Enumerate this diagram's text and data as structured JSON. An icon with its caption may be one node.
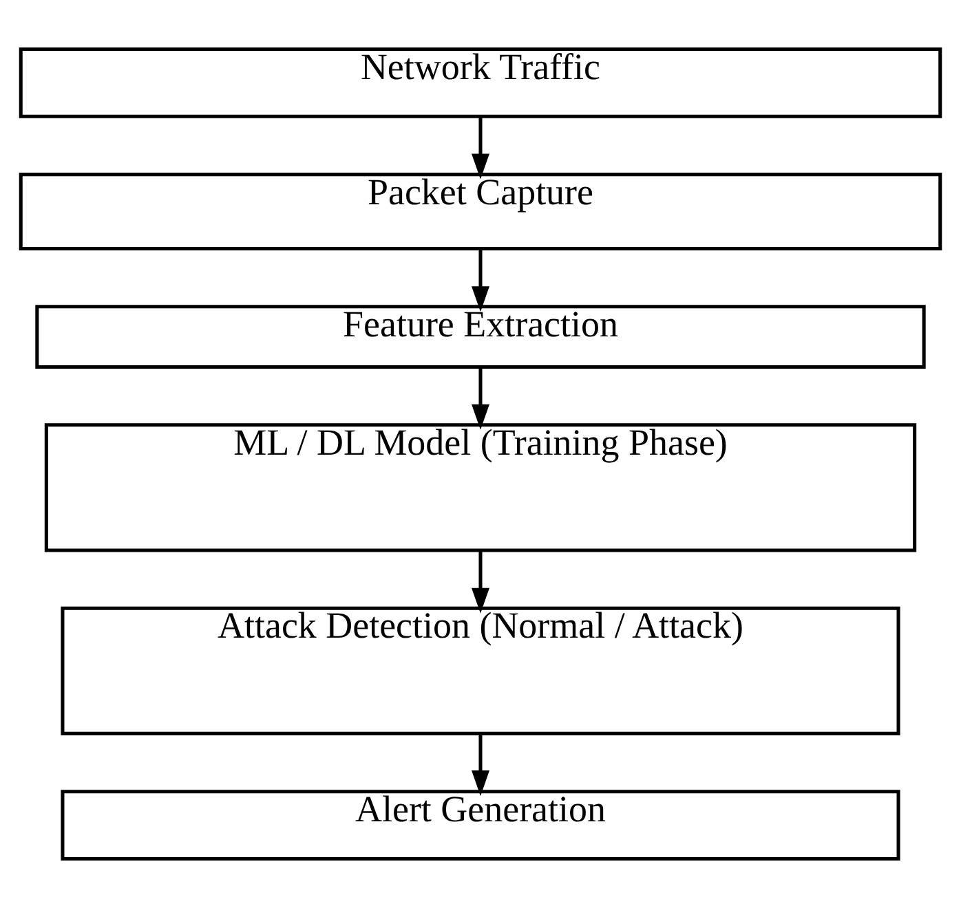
{
  "diagram": {
    "nodes": [
      {
        "text": [
          "Network Traffic"
        ]
      },
      {
        "text": [
          "Packet Capture"
        ]
      },
      {
        "text": [
          "Feature Extraction"
        ]
      },
      {
        "text": [
          "ML / DL Model (Training Phase)"
        ]
      },
      {
        "text": [
          "Attack Detection (Normal / Attack)"
        ]
      },
      {
        "text": [
          "Alert Generation"
        ]
      }
    ],
    "edges": [
      {
        "from": 0,
        "to": 1,
        "arrow": "to"
      },
      {
        "from": 1,
        "to": 2,
        "arrow": "to"
      },
      {
        "from": 2,
        "to": 3,
        "arrow": "to"
      },
      {
        "from": 3,
        "to": 4,
        "arrow": "to"
      },
      {
        "from": 4,
        "to": 5,
        "arrow": "to"
      }
    ]
  }
}
